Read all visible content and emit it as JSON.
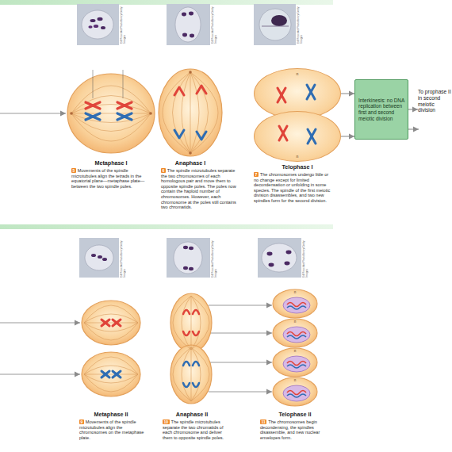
{
  "diagram": {
    "nodes": [
      {
        "text": [
          "n"
        ]
      },
      {
        "text": [
          "n"
        ]
      },
      {
        "text": [
          "Interkinesis: no DNA replication between first and second meiotic division"
        ]
      },
      {
        "text": [
          "To prophase II in second meiotic division"
        ]
      }
    ],
    "edges": [
      {
        "from": 0,
        "to": 2,
        "arrow": "to"
      },
      {
        "from": 1,
        "to": 2,
        "arrow": "to"
      },
      {
        "from": 2,
        "to": 3,
        "arrow": "to"
      }
    ],
    "labels": [
      "Ed Reschke/Photolibrary/Getty Images",
      "Metaphase I",
      "5",
      "Movements of the spindle microtubules align the tetrads in the equatorial plane—metaphase plate—between the two spindle poles.",
      "Ed Reschke/Photolibrary/Getty Images",
      "Anaphase I",
      "6",
      "The spindle microtubules separate the two chromosomes of each homologous pair and move them to opposite spindle poles. The poles now contain the haploid number of chromosomes. However, each chromosome at the poles still contains two chromatids.",
      "Ed Reschke/Photolibrary/Getty Images",
      "Telophase I",
      "7",
      "The chromosomes undergo little or no change except for limited decondensation or unfolding in some species. The spindle of the first meiotic division disassembles, and two new spindles form for the second division.",
      "Ed Reschke/Photolibrary/Getty Images",
      "Metaphase II",
      "9",
      "Movements of the spindle microtubules align the chromosomes on the metaphase plate.",
      "Ed Reschke/Photolibrary/Getty Images",
      "Anaphase II",
      "10",
      "The spindle microtubules separate the two chromatids of each chromosome and deliver them to opposite spindle poles.",
      "Ed Reschke/Photolibrary/Getty Images",
      "Telophase II",
      "11",
      "The chromosomes begin decondensing, the spindles disassemble, and new nuclear envelopes form.",
      "n",
      "n",
      "n",
      "n"
    ]
  }
}
